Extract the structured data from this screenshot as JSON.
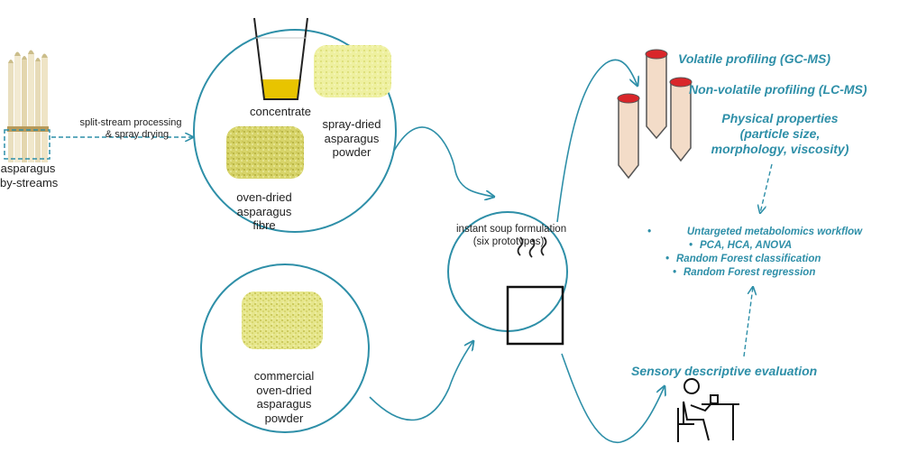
{
  "source": {
    "label_line1": "asparagus",
    "label_line2": "by-streams"
  },
  "process": {
    "line1": "split-stream processing",
    "line2": "& spray drying"
  },
  "top_circle": {
    "concentrate": "concentrate",
    "spray_dried": [
      "spray-dried",
      "asparagus",
      "powder"
    ],
    "oven_dried": [
      "oven-dried",
      "asparagus",
      "fibre"
    ]
  },
  "bottom_circle": {
    "commercial": [
      "commercial",
      "oven-dried",
      "asparagus",
      "powder"
    ]
  },
  "soup": {
    "line1": "instant soup formulation",
    "line2": "(six prototypes)"
  },
  "analyses": {
    "volatile": "Volatile profiling (GC-MS)",
    "nonvolatile": "Non-volatile profiling (LC-MS)",
    "physical": [
      "Physical properties",
      "(particle size,",
      "morphology, viscosity)"
    ]
  },
  "stats": {
    "items": [
      "Untargeted metabolomics workflow",
      "PCA, HCA, ANOVA",
      "Random Forest classification",
      "Random Forest regression"
    ],
    "bullet": "•"
  },
  "sensory": {
    "label": "Sensory descriptive evaluation"
  },
  "colors": {
    "teal": "#2e8fa8",
    "powder": "#d8d86a",
    "concentrate": "#e8c400",
    "cap": "#d9262a",
    "tube": "#f3dcc8"
  }
}
